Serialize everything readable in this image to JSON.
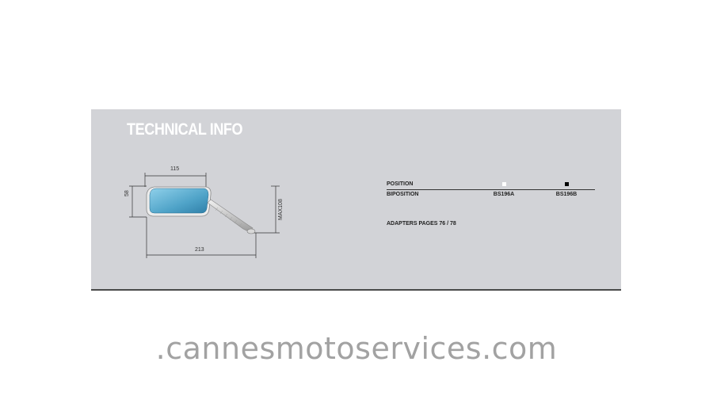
{
  "panel": {
    "title": "TECHNICAL INFO",
    "background": "#d2d3d7",
    "title_color": "#ffffff"
  },
  "drawing": {
    "dim_width_top": "115",
    "dim_height_left": "58",
    "dim_total_width": "213",
    "dim_max_height": "MAX108",
    "glass_color": "#4fa3c8"
  },
  "specs": {
    "header_position": "POSITION",
    "header_biposition": "BIPOSITION",
    "col1_swatch_color": "#ffffff",
    "col2_swatch_color": "#000000",
    "col1_code": "BS196A",
    "col2_code": "BS196B"
  },
  "adapters": "ADAPTERS PAGES 76 / 78",
  "footer": {
    "watermark": ".cannesmotoservices.com"
  }
}
